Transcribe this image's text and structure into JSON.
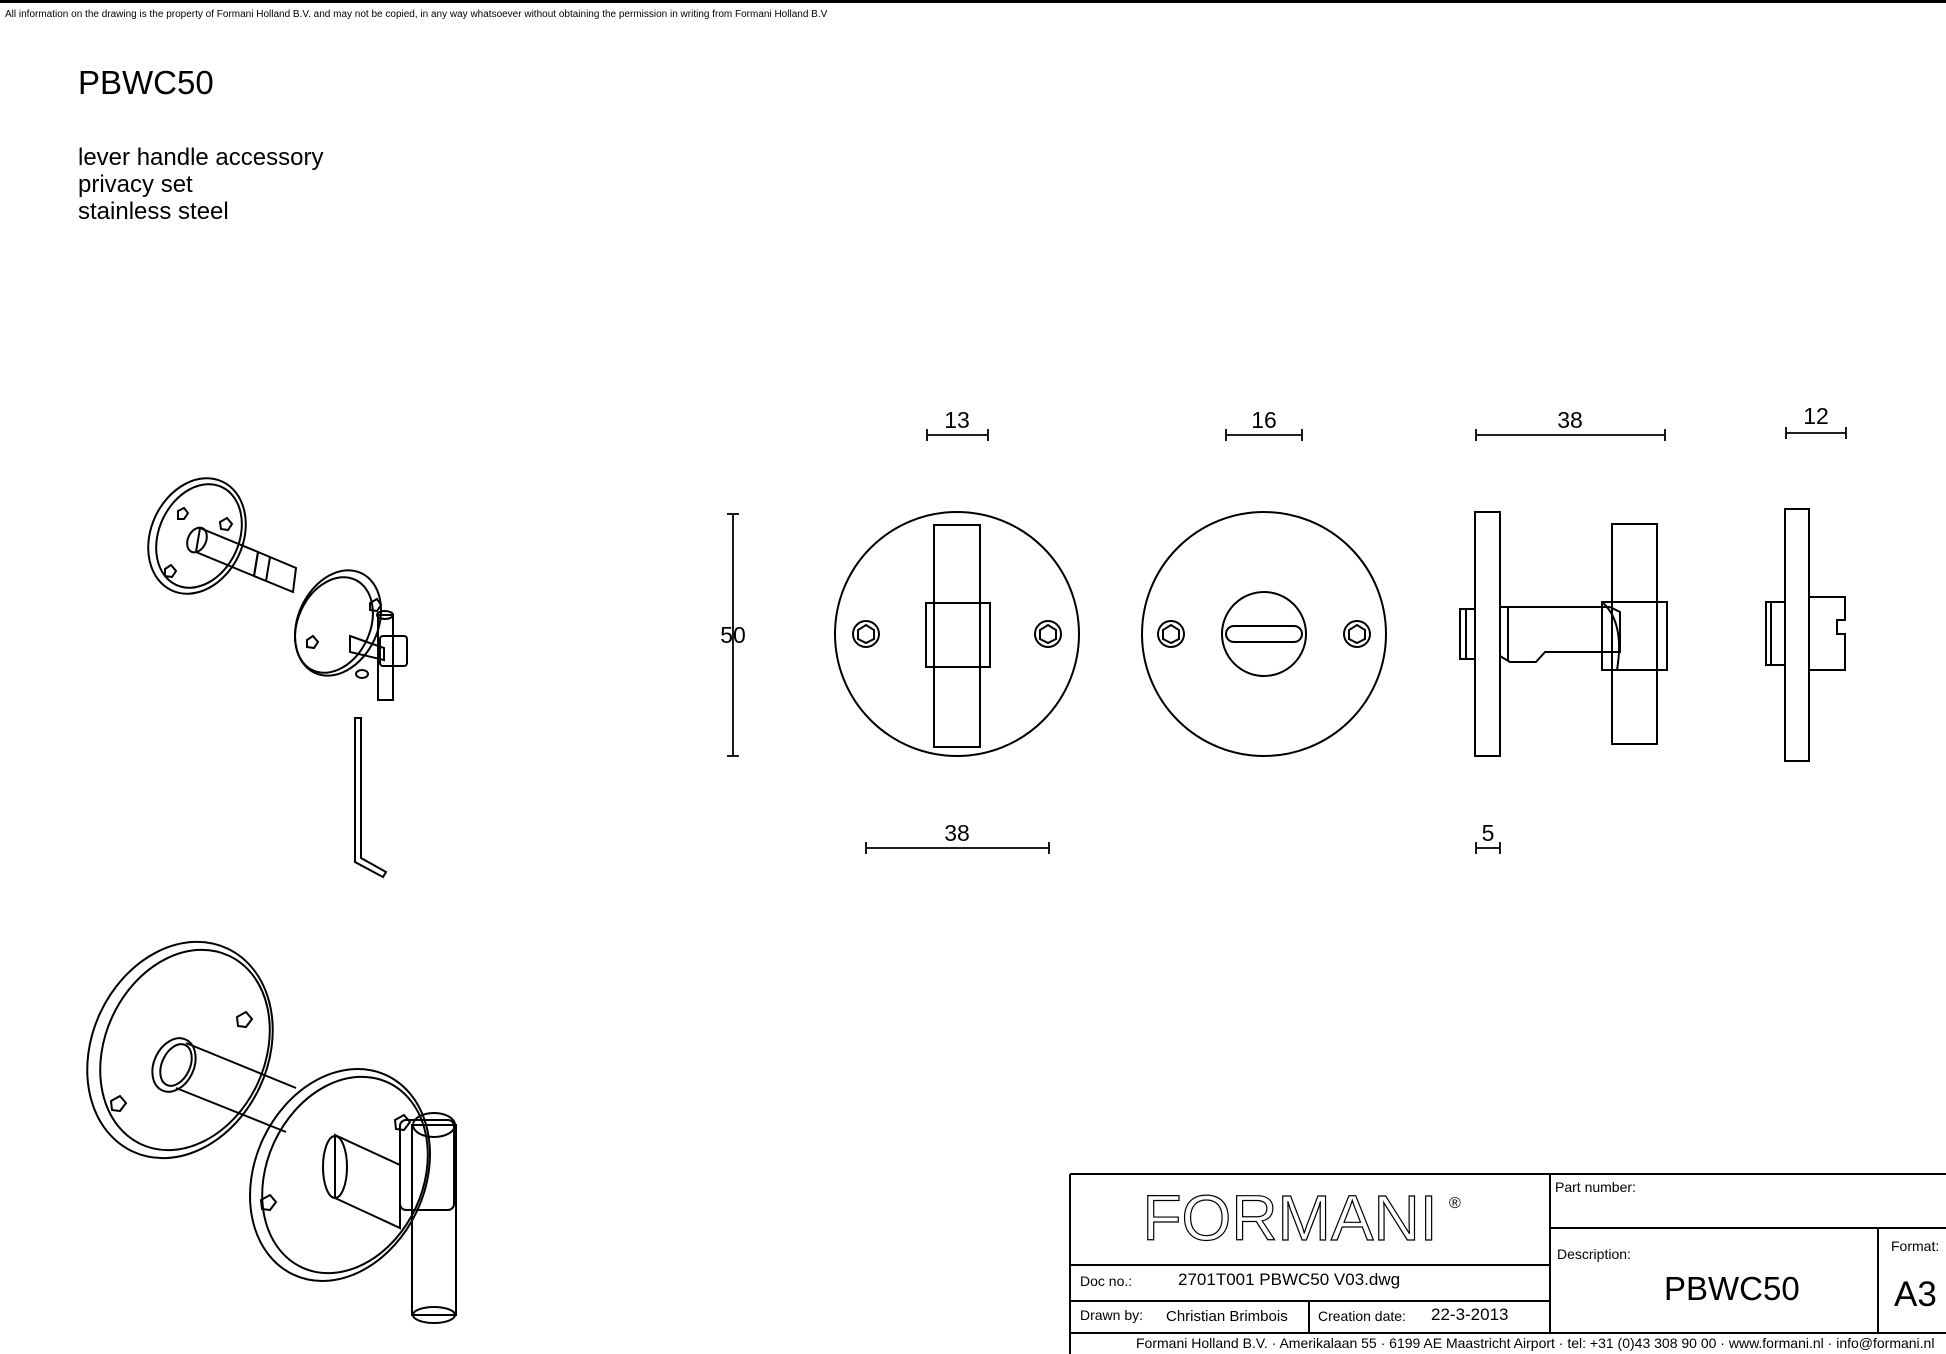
{
  "header": {
    "disclaimer": "All information on the drawing is the property of Formani Holland B.V. and may not be copied, in any way whatsoever without obtaining the permission in writing from Formani Holland B.V"
  },
  "product": {
    "code": "PBWC50",
    "description_lines": [
      "lever handle accessory",
      "privacy set",
      "stainless steel"
    ]
  },
  "dimensions": {
    "spindle_width": "13",
    "turn_width": "16",
    "side_length": "38",
    "side_thickness": "12",
    "height": "50",
    "rose_diameter": "38",
    "rose_thickness": "5"
  },
  "title_block": {
    "logo": "FORMANI",
    "logo_mark": "®",
    "part_number_label": "Part number:",
    "description_label": "Description:",
    "description_value": "PBWC50",
    "format_label": "Format:",
    "format_value": "A3",
    "doc_no_label": "Doc no.:",
    "doc_no_value": "2701T001 PBWC50 V03.dwg",
    "drawn_by_label": "Drawn by:",
    "drawn_by_value": "Christian Brimbois",
    "creation_date_label": "Creation date:",
    "creation_date_value": "22-3-2013",
    "footer": "Formani Holland B.V. · Amerikalaan 55 · 6199 AE Maastricht Airport · tel: +31 (0)43 308 90 00 · www.formani.nl · info@formani.nl"
  },
  "colors": {
    "ink": "#000000",
    "paper": "#ffffff"
  }
}
